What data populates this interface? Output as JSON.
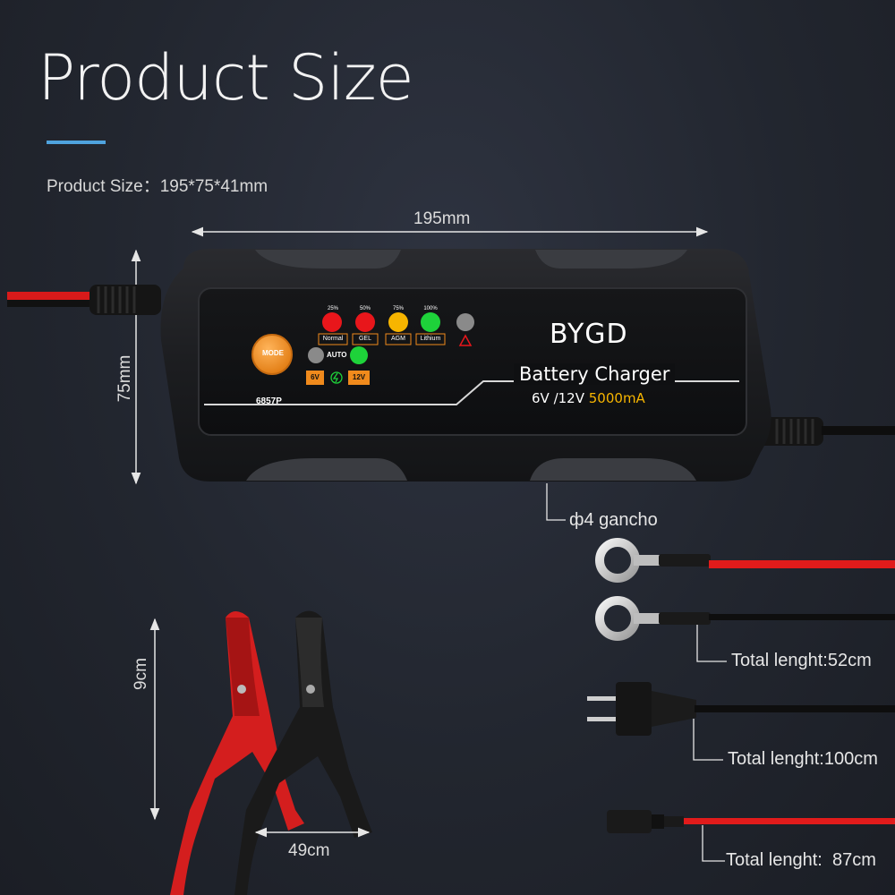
{
  "page": {
    "title": "Product Size",
    "subtitle": "Product Size：195*75*41mm"
  },
  "dimensions": {
    "width_label": "195mm",
    "height_label": "75mm",
    "clamp_height_label": "9cm",
    "clamp_width_label": "49cm"
  },
  "device": {
    "brand": "BYGD",
    "product_name": "Battery Charger",
    "spec_voltage": "6V /12V",
    "spec_current": "5000mA",
    "model": "6857P",
    "mode_button_label": "MODE",
    "auto_label": "AUTO",
    "leds": [
      {
        "percent": "25%",
        "label": "Normal",
        "color": "#e8161b"
      },
      {
        "percent": "50%",
        "label": "GEL",
        "color": "#e8161b"
      },
      {
        "percent": "75%",
        "label": "AGM",
        "color": "#f7b500"
      },
      {
        "percent": "100%",
        "label": "Lithium",
        "color": "#1ed23a"
      }
    ],
    "badge_6v": "6V",
    "badge_12v": "12V"
  },
  "callouts": {
    "hook": "ф4 gancho",
    "ring_cable": "Total lenght:52cm",
    "plug_cable": "Total lenght:100cm",
    "sae_cable": "Total lenght:  87cm"
  },
  "colors": {
    "accent": "#4fa3de",
    "cable_red": "#e11b1b",
    "device_orange": "#f08a1c"
  }
}
